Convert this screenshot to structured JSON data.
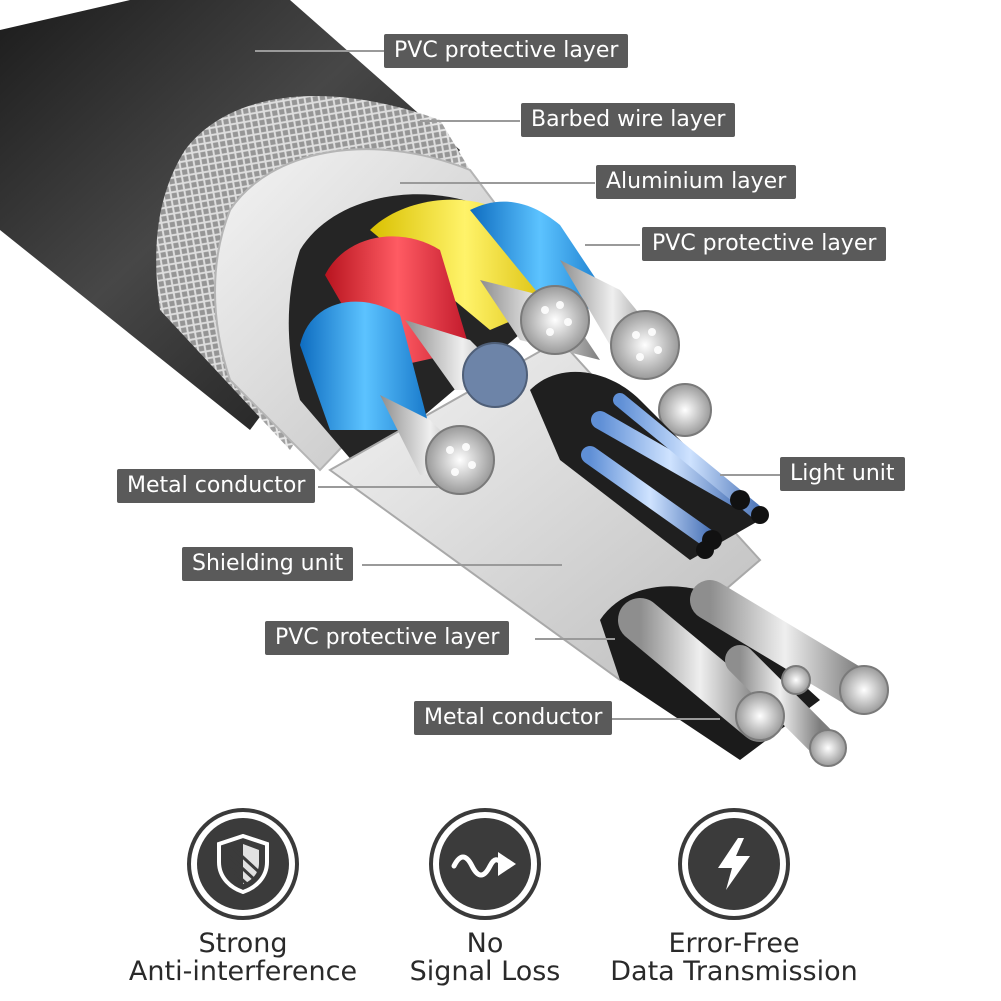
{
  "labels": [
    {
      "id": "pvc-outer",
      "text": "PVC protective layer"
    },
    {
      "id": "barbed",
      "text": "Barbed wire layer"
    },
    {
      "id": "aluminium",
      "text": "Aluminium layer"
    },
    {
      "id": "pvc-inner",
      "text": "PVC protective layer"
    },
    {
      "id": "light",
      "text": "Light unit"
    },
    {
      "id": "metal-1",
      "text": "Metal conductor"
    },
    {
      "id": "shielding",
      "text": "Shielding unit"
    },
    {
      "id": "pvc-bottom",
      "text": "PVC protective layer"
    },
    {
      "id": "metal-2",
      "text": "Metal conductor"
    }
  ],
  "features": [
    {
      "line1": "Strong",
      "line2": "Anti-interference",
      "icon": "shield-icon"
    },
    {
      "line1": "No",
      "line2": "Signal Loss",
      "icon": "wave-arrow-icon"
    },
    {
      "line1": "Error-Free",
      "line2": "Data Transmission",
      "icon": "lightning-icon"
    }
  ],
  "colors": {
    "label_bg": "#5a5a5a",
    "jacket": "#2b2b2b",
    "wire_red": "#e8323c",
    "wire_yellow": "#f2de1e",
    "wire_blue": "#2f9fe6",
    "aluminium": "#d9d9d9",
    "badge": "#3b3b3b"
  }
}
